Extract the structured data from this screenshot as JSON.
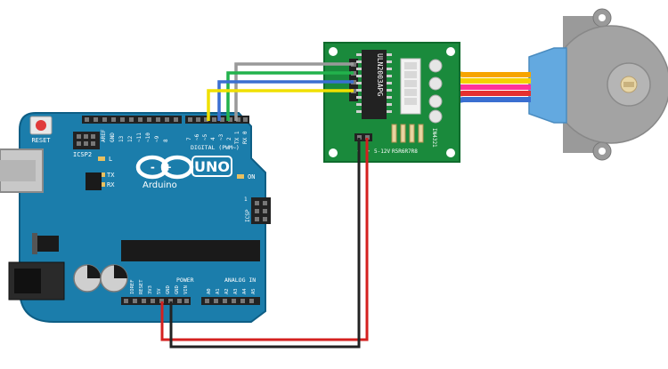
{
  "arduino": {
    "reset_label": "RESET",
    "icsp2_label": "ICSP2",
    "aref_label": "AREF",
    "gnd_label": "GND",
    "top_pin_labels": [
      "13",
      "12",
      "~11",
      "~10",
      "~9",
      "8",
      "7",
      "~6",
      "~5",
      "4",
      "~3",
      "2",
      "TX 1",
      "RX 0"
    ],
    "digital_label": "DIGITAL (PWM~)",
    "l_label": "L",
    "tx_label": "TX",
    "rx_label": "RX",
    "logo_symbol": "-+",
    "uno_label": "UNO",
    "arduino_label": "Arduino",
    "on_label": "ON",
    "icsp_label": "ICSP",
    "icsp_one": "1",
    "power_label": "POWER",
    "analog_label": "ANALOG IN",
    "power_pin_labels": [
      "IOREF",
      "RESET",
      "3V3",
      "5V",
      "GND",
      "GND",
      "VIN"
    ],
    "analog_pin_labels": [
      "A0",
      "A1",
      "A2",
      "A3",
      "A4",
      "A5"
    ],
    "colors": {
      "board": "#1b7dab",
      "board_edge": "#0e5e85",
      "header": "#222222",
      "label": "#ffffff"
    }
  },
  "driver": {
    "chip_label": "ULN2003APG",
    "resistor_label": "R5R6R7R8",
    "in_label": "IN4321",
    "power_minus": "-",
    "power_plus": "+",
    "power_voltage": "5-12V",
    "colors": {
      "board": "#1a8a3c",
      "chip": "#222222",
      "connector": "#f2f2f2"
    }
  },
  "motor": {
    "colors": {
      "body": "#a3a3a3",
      "cap": "#63a9e0",
      "shaft": "#e8d6a6"
    }
  },
  "wires": {
    "signal_colors": [
      "#999999",
      "#22b24c",
      "#3a6fd1",
      "#f0e000"
    ],
    "motor_colors": [
      "#f7a400",
      "#f5d000",
      "#ff3399",
      "#e53030",
      "#3a6fd1"
    ],
    "power_colors": {
      "positive": "#d4201f",
      "negative": "#222222"
    }
  }
}
